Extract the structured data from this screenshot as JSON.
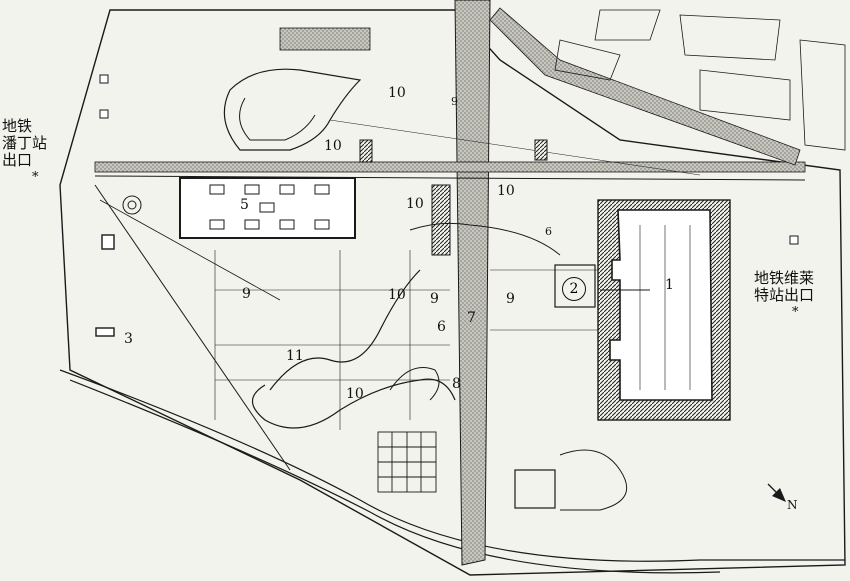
{
  "map": {
    "subway_exits": {
      "west": {
        "line1": "地铁",
        "line2": "潘丁站",
        "line3": "出口",
        "mark": "*"
      },
      "east": {
        "line1": "地铁维莱",
        "line2": "特站出口",
        "mark": "*"
      }
    },
    "zone_labels": [
      "1",
      "2",
      "3",
      "5",
      "6",
      "6",
      "7",
      "8",
      "9",
      "9",
      "9",
      "9",
      "10",
      "10",
      "10",
      "10",
      "10",
      "10",
      "11"
    ],
    "north_arrow": {
      "label": "N"
    },
    "colors": {
      "ink": "#1a1a1a",
      "paper": "#f3f3ee",
      "road_fill": "#b9b9b2",
      "building": "#ffffff"
    }
  }
}
